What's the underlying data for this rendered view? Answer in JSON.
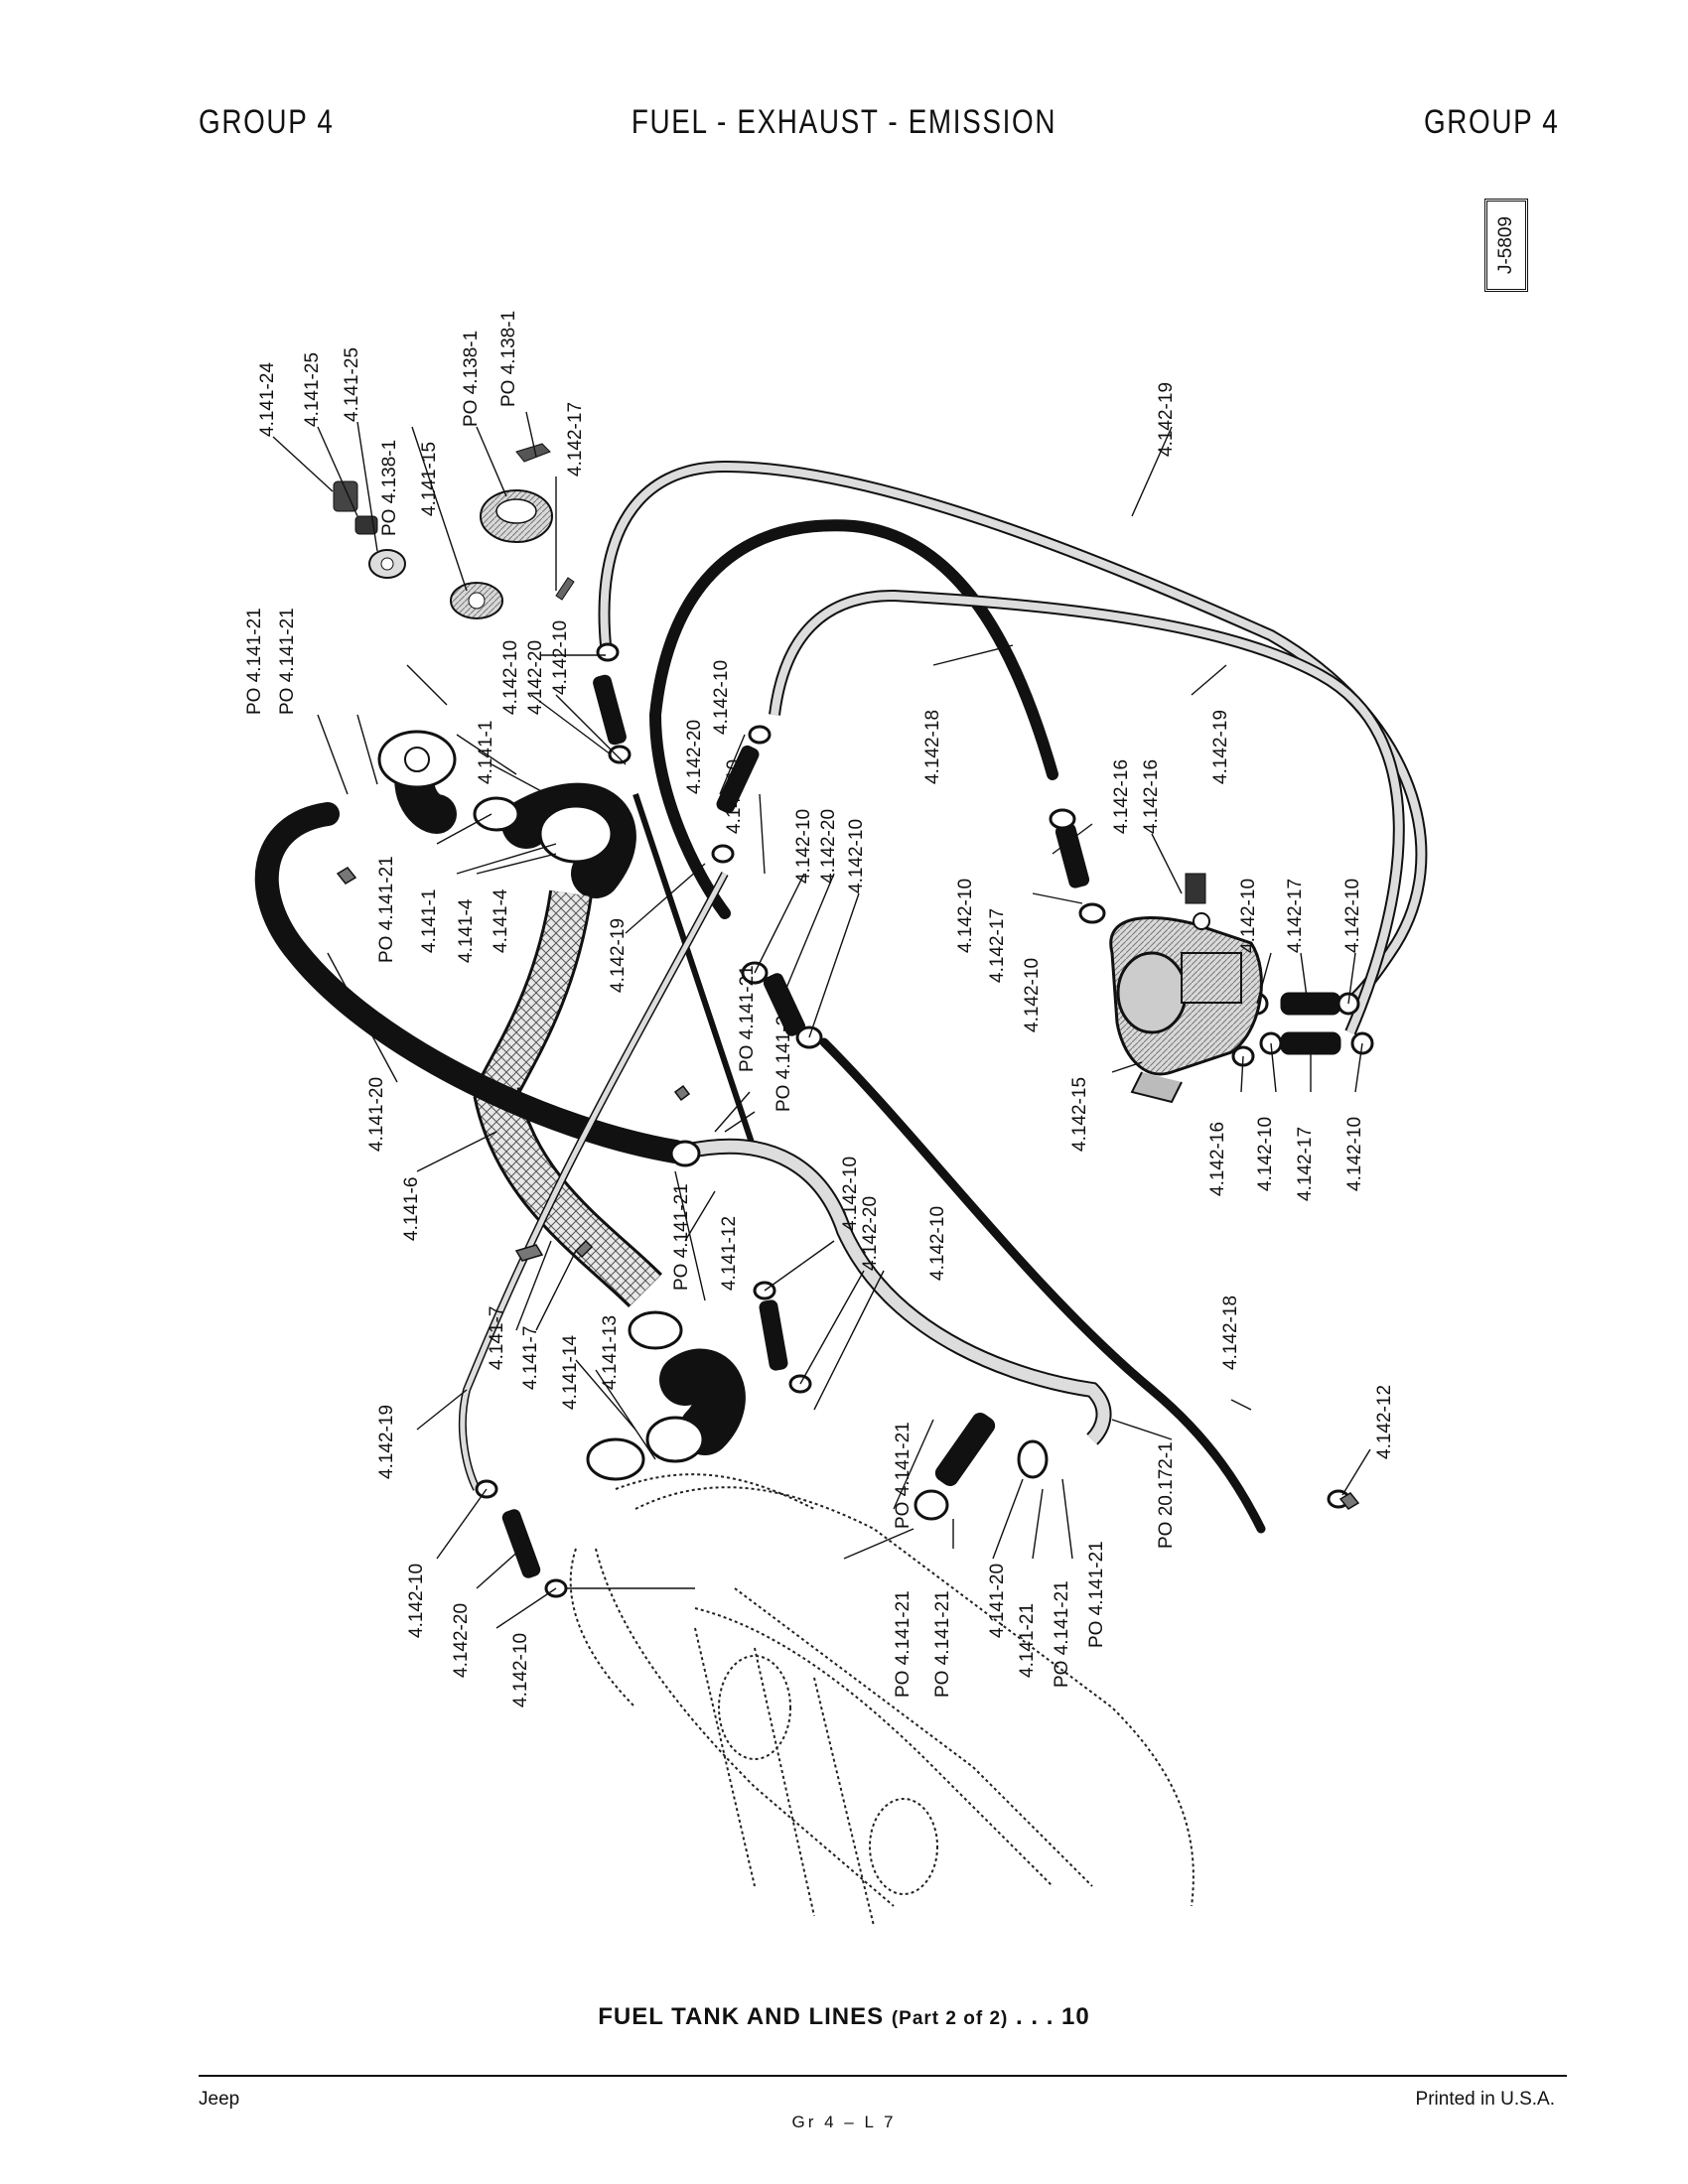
{
  "header": {
    "left": "GROUP 4",
    "center": "FUEL - EXHAUST - EMISSION",
    "right": "GROUP 4"
  },
  "figure_ref": "J-5809",
  "labels": [
    "4.141-24",
    "4.141-25",
    "4.141-25",
    "PO 4.138-1",
    "4.141-15",
    "PO 4.138-1",
    "PO 4.138-1",
    "4.142-17",
    "4.142-19",
    "PO 4.141-21",
    "PO 4.141-21",
    "4.142-10",
    "4.142-20",
    "4.142-10",
    "4.142-10",
    "4.142-18",
    "4.142-19",
    "4.141-1",
    "4.142-20",
    "4.142-10",
    "4.142-10",
    "4.142-20",
    "4.142-10",
    "4.142-16",
    "4.142-16",
    "4.142-10",
    "4.142-17",
    "4.142-10",
    "4.142-10",
    "4.142-17",
    "4.142-10",
    "PO 4.141-21",
    "4.141-1",
    "4.141-4",
    "4.141-4",
    "4.142-19",
    "PO 4.141-21",
    "PO 4.141-21",
    "4.142-15",
    "4.142-16",
    "4.142-10",
    "4.142-17",
    "4.142-10",
    "4.141-20",
    "4.141-6",
    "PO 4.141-21",
    "4.141-12",
    "4.142-10",
    "4.142-20",
    "4.142-10",
    "4.142-18",
    "4.142-19",
    "4.141-7",
    "4.141-7",
    "4.141-14",
    "4.141-13",
    "PO 4.141-21",
    "PO 20.172-1",
    "4.142-12",
    "4.142-10",
    "4.142-20",
    "4.142-10",
    "PO 4.141-21",
    "PO 4.141-21",
    "4.141-20",
    "4.141-21",
    "PO 4.141-21",
    "PO 4.141-21"
  ],
  "caption": {
    "main": "FUEL  TANK  AND  LINES",
    "sub": "(Part 2 of 2)",
    "suffix": ". . . 10"
  },
  "footer": {
    "left": "Jeep",
    "center": "Gr 4 – L 7",
    "right": "Printed  in U.S.A."
  }
}
